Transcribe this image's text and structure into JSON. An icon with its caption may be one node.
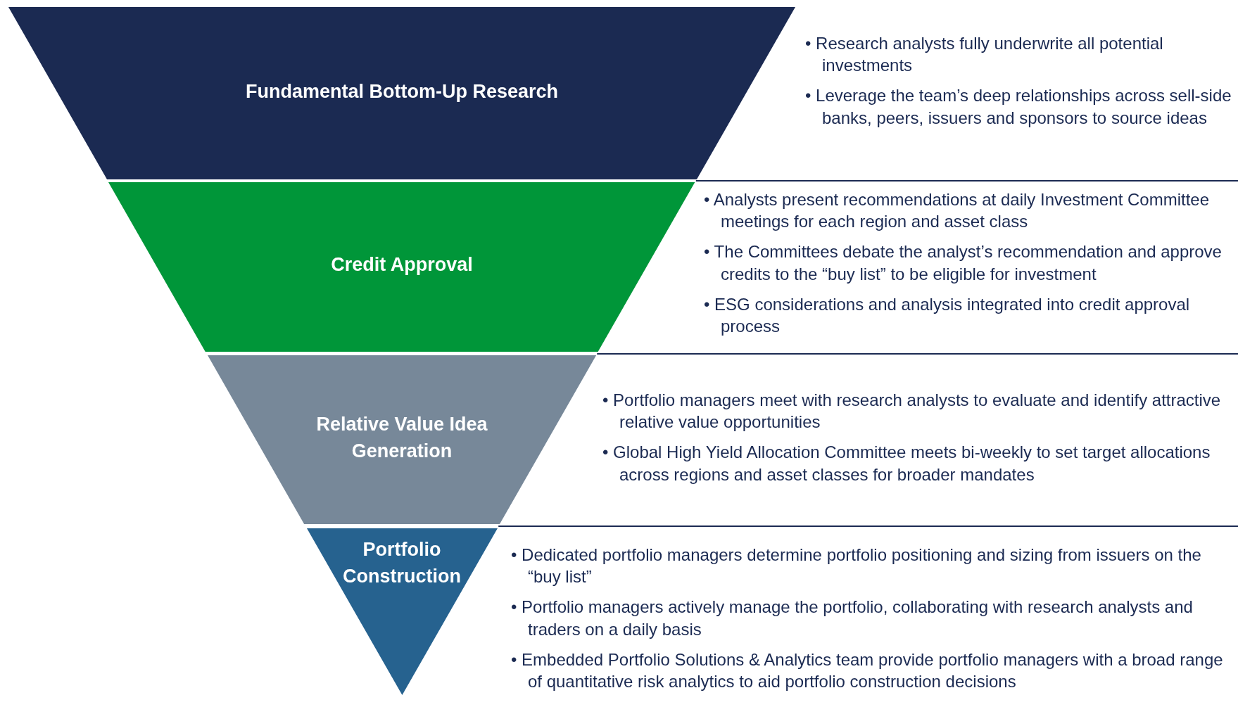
{
  "diagram": {
    "nodes": [
      {
        "text": [
          "Fundamental Bottom-Up Research"
        ],
        "beside": [
          "• Research analysts fully underwrite all potential investments",
          "• Leverage the team’s deep relationships across sell-side banks, peers, issuers and sponsors to source ideas"
        ]
      },
      {
        "text": [
          "Credit Approval"
        ],
        "beside": [
          "• Analysts present recommendations at daily Investment Committee meetings for each region and asset class",
          "• The Committees debate the analyst’s recommendation and approve credits to the “buy list” to be eligible for investment",
          "• ESG considerations and analysis integrated into credit approval process"
        ]
      },
      {
        "text": [
          "Relative Value Idea Generation"
        ],
        "beside": [
          "• Portfolio managers meet with research analysts to evaluate and identify attractive relative value opportunities",
          "• Global High Yield Allocation Committee meets bi-weekly to set target allocations across regions and asset classes for broader mandates"
        ]
      },
      {
        "text": [
          "Portfolio Construction"
        ],
        "beside": [
          "• Dedicated portfolio managers determine portfolio positioning and sizing from issuers on the “buy list”",
          "• Portfolio managers actively manage the portfolio, collaborating with research analysts and traders on a daily basis",
          "• Embedded Portfolio Solutions & Analytics team provide portfolio managers with a broad range of quantitative risk analytics to aid portfolio construction decisions"
        ]
      }
    ],
    "edges": []
  }
}
